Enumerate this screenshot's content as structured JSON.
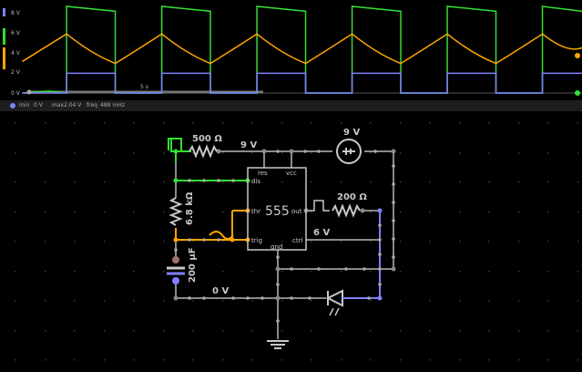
{
  "scope": {
    "y_ticks": [
      "8 V",
      "6 V",
      "4 V",
      "2 V",
      "0 V"
    ],
    "time_label": "5 s",
    "colors": {
      "output": "#33dd33",
      "capacitor": "#ffa500",
      "led": "#8080ff",
      "axis": "#666666"
    },
    "traces": {
      "output": {
        "period_s": 4.3,
        "rise_times_s": [
          2.0,
          6.3,
          10.6,
          14.9,
          19.2,
          23.5
        ],
        "high_duration_s": 2.2,
        "high_start_v": 8.8,
        "high_end_v": 8.3,
        "low_v": 0
      },
      "capacitor": {
        "min_v": 3,
        "max_v": 6
      },
      "led": {
        "on_v": 2.0,
        "off_v": 0
      }
    }
  },
  "status": {
    "min_label": "min",
    "min_value": "0 V",
    "max_label": "max",
    "max_value": "2.04 V",
    "freq_label": "freq",
    "freq_value": "488 mHz"
  },
  "circuit": {
    "r1_label": "500 Ω",
    "r2_label": "6.8 kΩ",
    "r3_label": "200 Ω",
    "cap_label": "200 µF",
    "supply_label": "9 V",
    "node_9v_label": "9 V",
    "node_6v_label": "6 V",
    "node_0v_label": "0 V",
    "chip": {
      "name": "555",
      "pin_res": "res",
      "pin_vcc": "vcc",
      "pin_dis": "dis",
      "pin_thr": "thr",
      "pin_out": "out",
      "pin_trig": "trig",
      "pin_ctrl": "ctrl",
      "pin_gnd": "gnd"
    }
  }
}
